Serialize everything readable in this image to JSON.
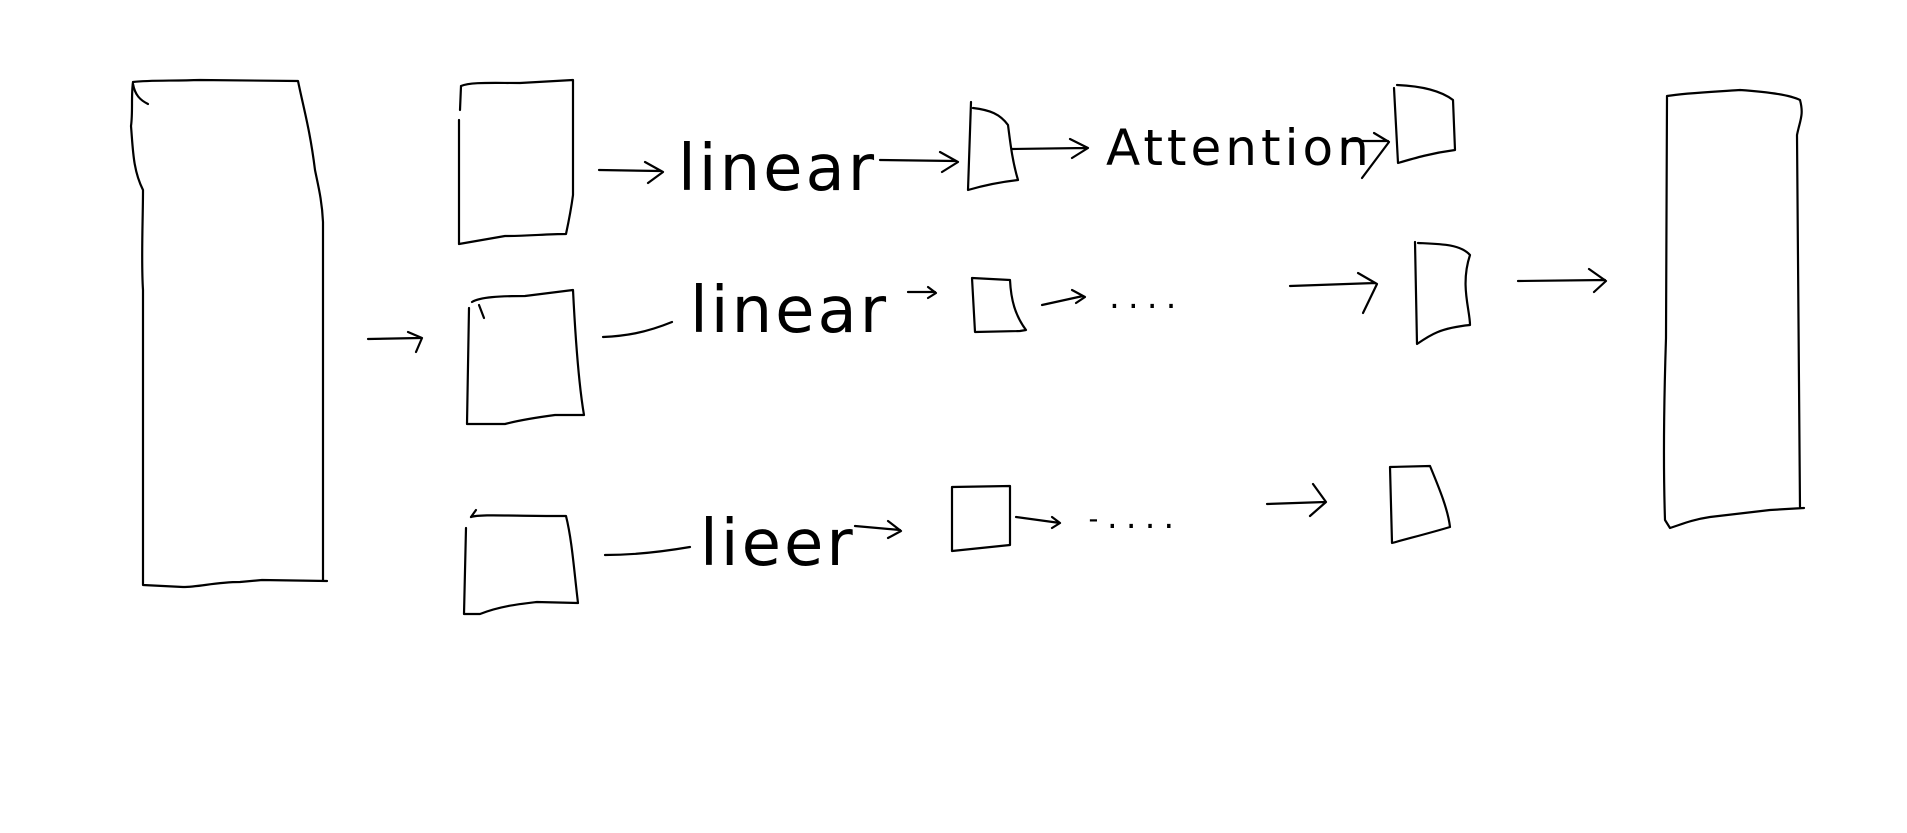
{
  "diagram": {
    "row1": {
      "op_label": "linear",
      "mid_label": "Attention"
    },
    "row2": {
      "op_label": "linear",
      "continuation": "...."
    },
    "row3": {
      "op_label": "lieer",
      "continuation": "-...."
    }
  },
  "colors": {
    "ink": "#000000",
    "background": "#ffffff"
  }
}
